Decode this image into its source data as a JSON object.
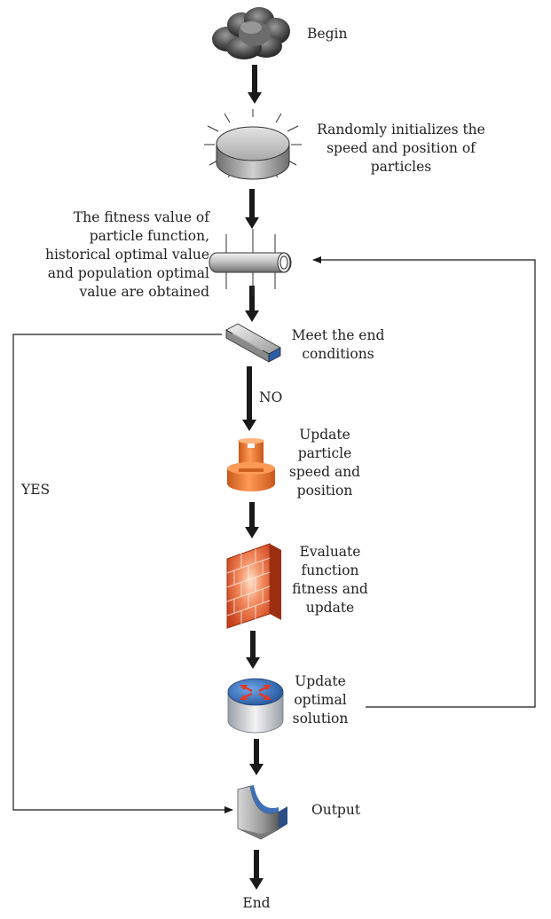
{
  "nodes": {
    "begin": "Begin",
    "init": {
      "lines": [
        "Randomly initializes the",
        "speed and position of",
        "particles"
      ]
    },
    "fitness": {
      "lines": [
        "The fitness value of",
        "particle function,",
        "historical optimal value",
        "and population optimal",
        "value are obtained"
      ]
    },
    "meet": {
      "lines": [
        "Meet the end",
        "conditions"
      ]
    },
    "update_speed": {
      "lines": [
        "Update",
        "particle",
        "speed and",
        "position"
      ]
    },
    "evaluate": {
      "lines": [
        "Evaluate",
        "function",
        "fitness and",
        "update"
      ]
    },
    "update_opt": {
      "lines": [
        "Update",
        "optimal",
        "solution"
      ]
    },
    "output": "Output",
    "end": "End"
  },
  "edge_labels": {
    "no": "NO",
    "yes": "YES"
  },
  "icons": {
    "begin": "cloud-icon",
    "init": "disc-icon",
    "fitness": "cylinder-icon",
    "meet": "switch-icon",
    "update_speed": "connector-icon",
    "evaluate": "firewall-icon",
    "update_opt": "router-icon",
    "output": "output-icon"
  },
  "colors": {
    "arrow": "#1a1a1a",
    "orange": "#f07a2a",
    "firewall": "#e2552c",
    "router_blue": "#2f6fc0",
    "router_arrow": "#e03a2a"
  }
}
